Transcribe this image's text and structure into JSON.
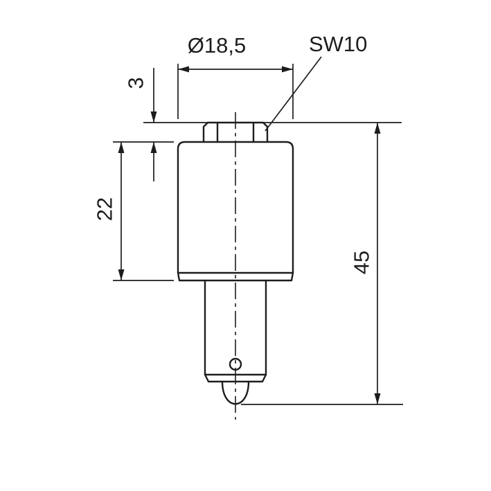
{
  "drawing": {
    "labels": {
      "diameter": "Ø18,5",
      "wrench_size": "SW10",
      "hex_height": "3",
      "body_height": "22",
      "overall_height": "45"
    },
    "line_color": "#1d1d1b",
    "background_color": "#ffffff"
  }
}
